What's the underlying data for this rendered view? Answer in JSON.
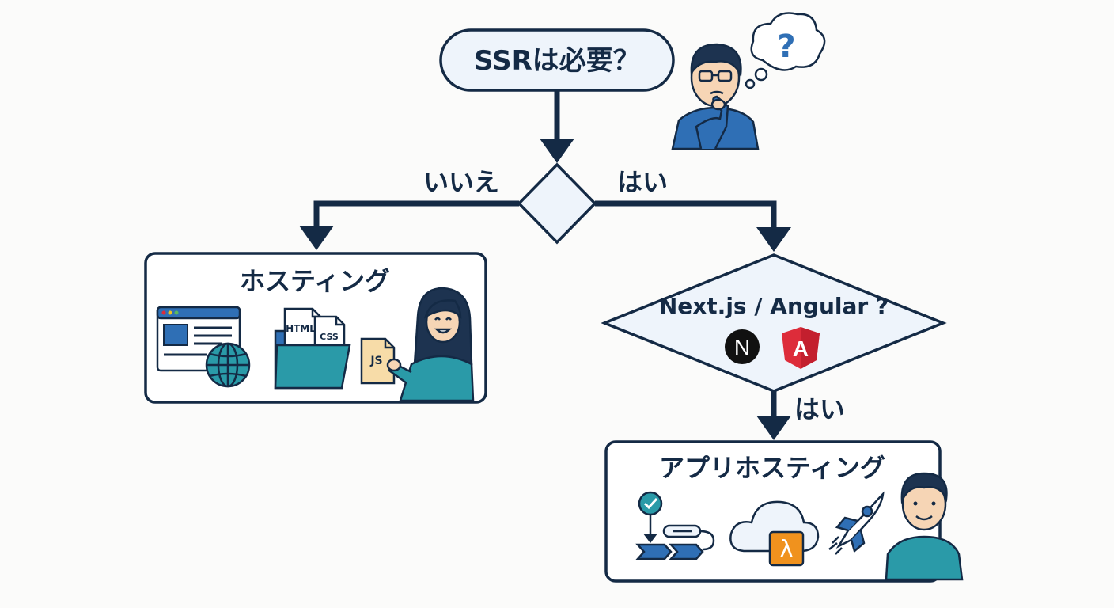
{
  "start": {
    "question": "SSRは必要？"
  },
  "decision": {
    "no_label": "いいえ",
    "yes_label": "はい"
  },
  "hosting": {
    "title": "ホスティング",
    "file_labels": {
      "html": "HTML",
      "css": "CSS",
      "js": "JS"
    }
  },
  "framework_check": {
    "question": "Next.js / Angular ?",
    "yes_label": "はい",
    "logos": {
      "next": "N",
      "angular": "A"
    }
  },
  "app_hosting": {
    "title": "アプリホスティング",
    "lambda_symbol": "λ"
  },
  "thought_bubble": {
    "symbol": "?"
  },
  "colors": {
    "ink": "#142a45",
    "box_fill": "#eef4fb",
    "accent_blue": "#2f6fb5",
    "teal": "#2a9aa8",
    "angular_red": "#dd2c3a",
    "lambda_orange": "#f0921e"
  }
}
